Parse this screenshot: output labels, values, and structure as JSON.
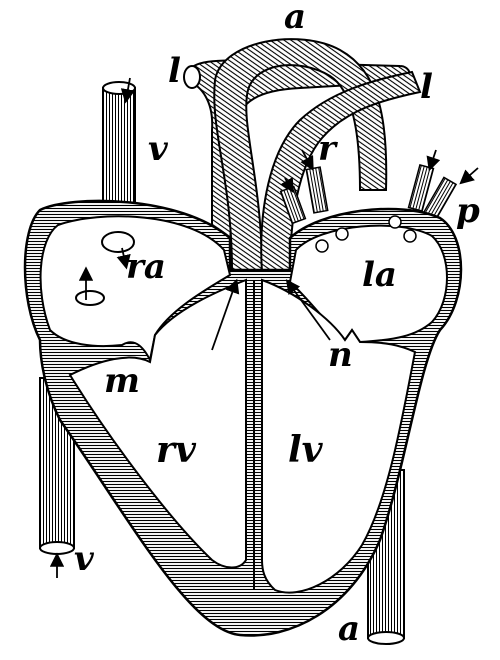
{
  "diagram": {
    "labels": {
      "aorta_top": "a",
      "pulmonary_left": "l",
      "pulmonary_right": "l",
      "vena_cava_top": "v",
      "vena_cava_bottom": "v",
      "right_pulmonary_veins": "r",
      "left_pulmonary_veins": "p",
      "right_atrium": "ra",
      "left_atrium": "la",
      "mitral_valve": "n",
      "tricuspid_valve": "m",
      "right_ventricle": "rv",
      "left_ventricle": "lv",
      "aorta_bottom": "a"
    },
    "colors": {
      "ink": "#000000",
      "paper": "#ffffff"
    }
  }
}
